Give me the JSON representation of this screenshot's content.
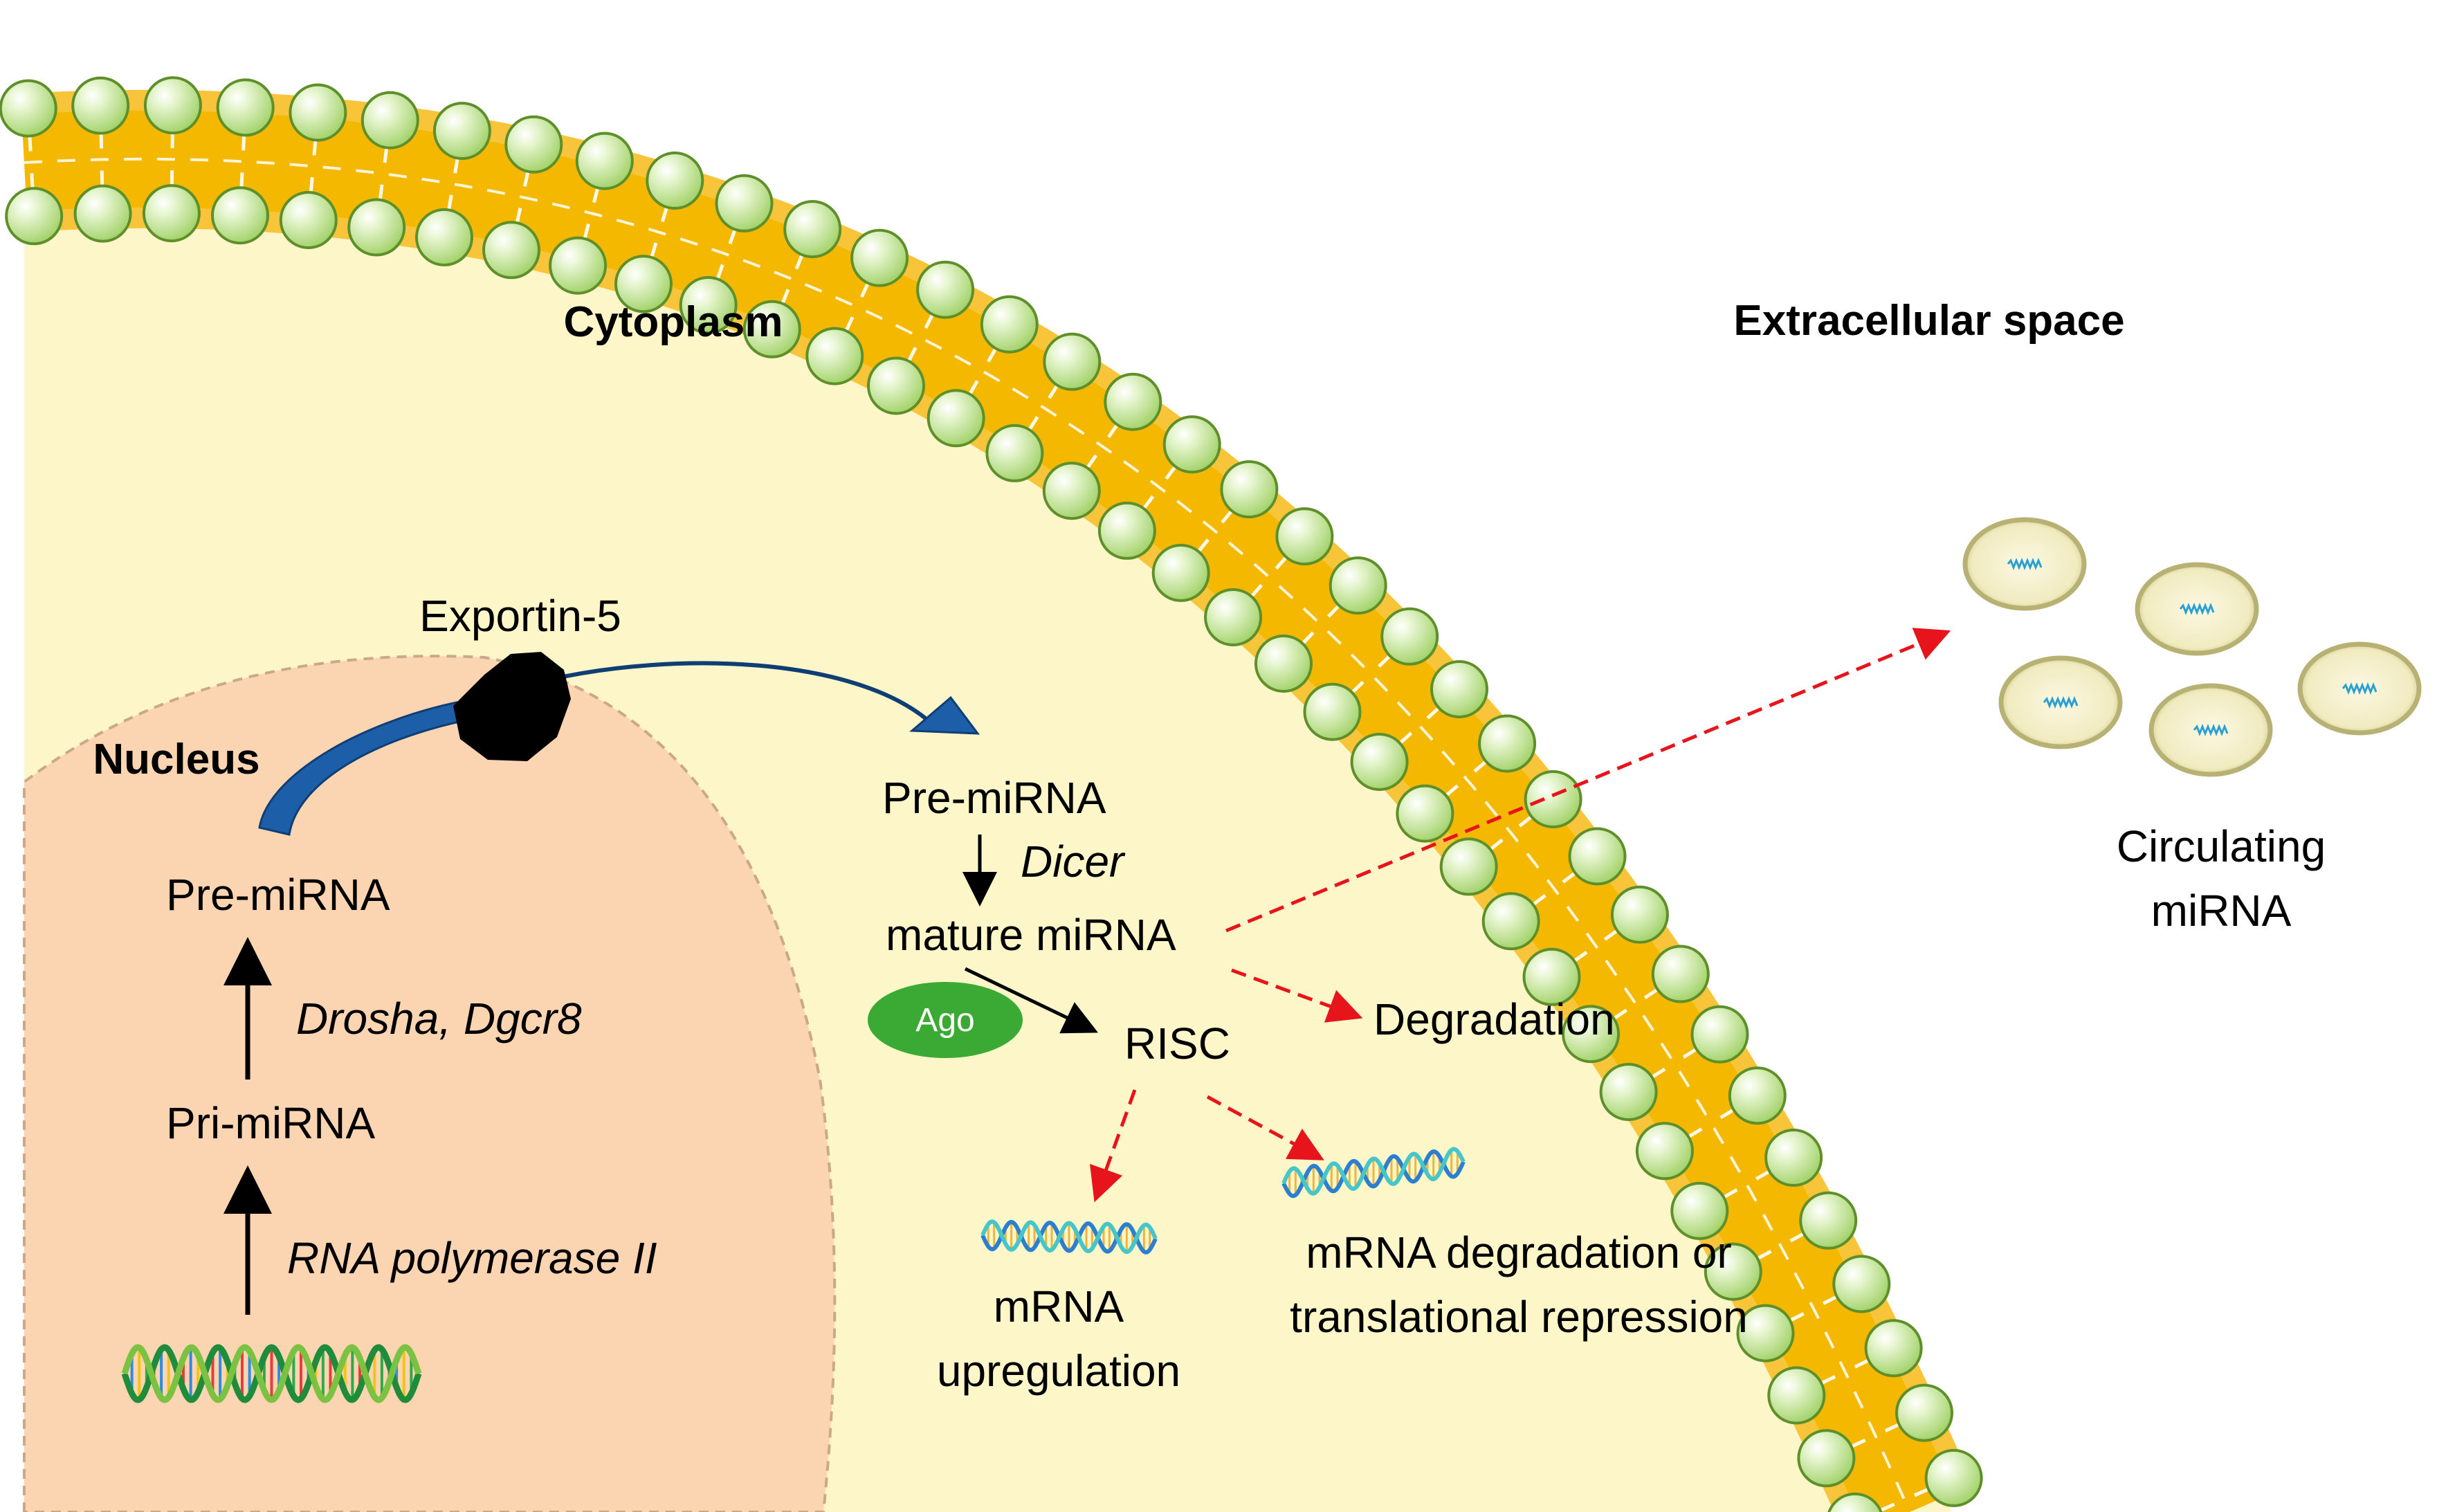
{
  "regions": {
    "cytoplasm": "Cytoplasm",
    "extracellular": "Extracellular space",
    "nucleus": "Nucleus"
  },
  "nucleus_pathway": {
    "pre_mirna": "Pre-miRNA",
    "drosha": "Drosha, Dgcr8",
    "pri_mirna": "Pri-miRNA",
    "polymerase": "RNA polymerase II"
  },
  "export": {
    "exportin": "Exportin-5"
  },
  "cytoplasm_pathway": {
    "pre_mirna": "Pre-miRNA",
    "dicer": "Dicer",
    "mature_mirna": "mature miRNA",
    "ago": "Ago",
    "risc": "RISC",
    "degradation": "Degradation",
    "mrna_up_line1": "mRNA",
    "mrna_up_line2": "upregulation",
    "mrna_deg_line1": "mRNA degradation or",
    "mrna_deg_line2": "translational repression"
  },
  "circulating": {
    "line1": "Circulating",
    "line2": "miRNA",
    "vesicle_count": 5
  },
  "colors": {
    "cytoplasm_fill": "#fdf6c8",
    "nucleus_fill": "#fbd5b1",
    "membrane_core": "#f5b800",
    "lipid_head": "#b5dc84",
    "lipid_head_stroke": "#5f8f2a",
    "export_arrow": "#1d5ea8",
    "dashed_arrow": "#e8141b",
    "ago_fill": "#3aaa35"
  }
}
